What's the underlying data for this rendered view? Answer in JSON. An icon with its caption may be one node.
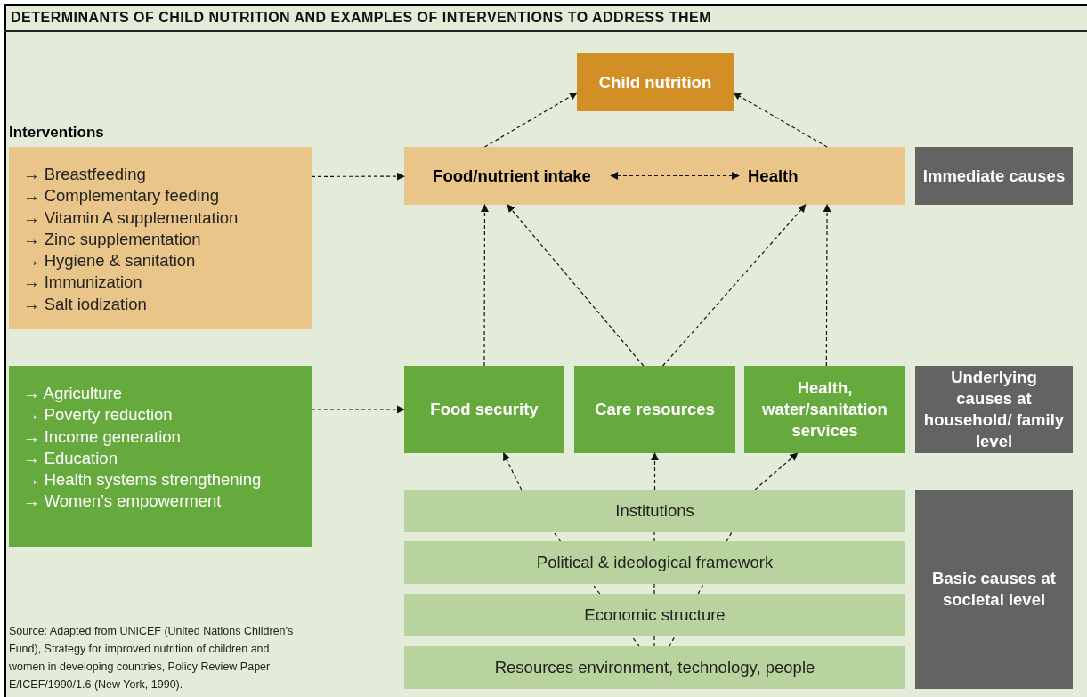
{
  "diagram": {
    "title": "DETERMINANTS OF CHILD NUTRITION AND EXAMPLES OF INTERVENTIONS TO ADDRESS THEM",
    "caption": "Source: Adapted from UNICEF (United Nations Children’s Fund), Strategy for improved nutrition of children and women in developing countries, Policy Review Paper E/ICEF/1990/1.6 (New York, 1990).",
    "nodes": [
      {
        "text": [
          "Child nutrition"
        ]
      },
      {
        "text": [],
        "shape": "box"
      },
      {
        "text": [
          "Food/nutrient intake"
        ],
        "in": 1
      },
      {
        "text": [
          "Health"
        ],
        "in": 1
      },
      {
        "text": [
          "Interventions",
          "→ Breastfeeding",
          "→ Complementary feeding",
          "→ Vitamin A supplementation",
          "→ Zinc supplementation",
          "→ Hygiene & sanitation",
          "→ Immunization",
          "→ Salt iodization"
        ]
      },
      {
        "text": [
          "→ Agriculture",
          "→ Poverty reduction",
          "→ Income generation",
          "→ Education",
          "→ Health systems strengthening",
          "→ Women’s empowerment"
        ]
      },
      {
        "text": [
          "Food security"
        ]
      },
      {
        "text": [
          "Care resources"
        ]
      },
      {
        "text": [
          "Health, water/sanitation services"
        ]
      },
      {
        "text": [
          "Institutions"
        ]
      },
      {
        "text": [
          "Political & ideological framework"
        ]
      },
      {
        "text": [
          "Economic structure"
        ]
      },
      {
        "text": [
          "Resources environment, technology, people"
        ]
      },
      {
        "text": [
          "Immediate causes"
        ]
      },
      {
        "text": [
          "Underlying causes at household/ family level"
        ]
      },
      {
        "text": [
          "Basic causes at societal level"
        ]
      }
    ],
    "edges": [
      {
        "from": 2,
        "to": 0,
        "arrow": "to"
      },
      {
        "from": 3,
        "to": 0,
        "arrow": "to"
      },
      {
        "from": 2,
        "to": 3,
        "arrow": "both"
      },
      {
        "from": 4,
        "to": 1,
        "arrow": "to"
      },
      {
        "from": 5,
        "to": 6,
        "arrow": "to"
      },
      {
        "from": 6,
        "to": 2,
        "arrow": "to"
      },
      {
        "from": 7,
        "to": 2,
        "arrow": "to"
      },
      {
        "from": 7,
        "to": 3,
        "arrow": "to"
      },
      {
        "from": 8,
        "to": 3,
        "arrow": "to"
      },
      {
        "from": 9,
        "to": 6,
        "arrow": "to"
      },
      {
        "from": 9,
        "to": 7,
        "arrow": "to"
      },
      {
        "from": 9,
        "to": 8,
        "arrow": "to"
      },
      {
        "from": 10,
        "to": 9,
        "arrow": "none"
      },
      {
        "from": 10,
        "to": 9,
        "arrow": "none"
      },
      {
        "from": 10,
        "to": 9,
        "arrow": "none"
      },
      {
        "from": 11,
        "to": 10,
        "arrow": "none"
      },
      {
        "from": 11,
        "to": 10,
        "arrow": "none"
      },
      {
        "from": 11,
        "to": 10,
        "arrow": "none"
      },
      {
        "from": 12,
        "to": 11,
        "arrow": "none"
      },
      {
        "from": 12,
        "to": 11,
        "arrow": "none"
      },
      {
        "from": 12,
        "to": 11,
        "arrow": "none"
      }
    ]
  }
}
